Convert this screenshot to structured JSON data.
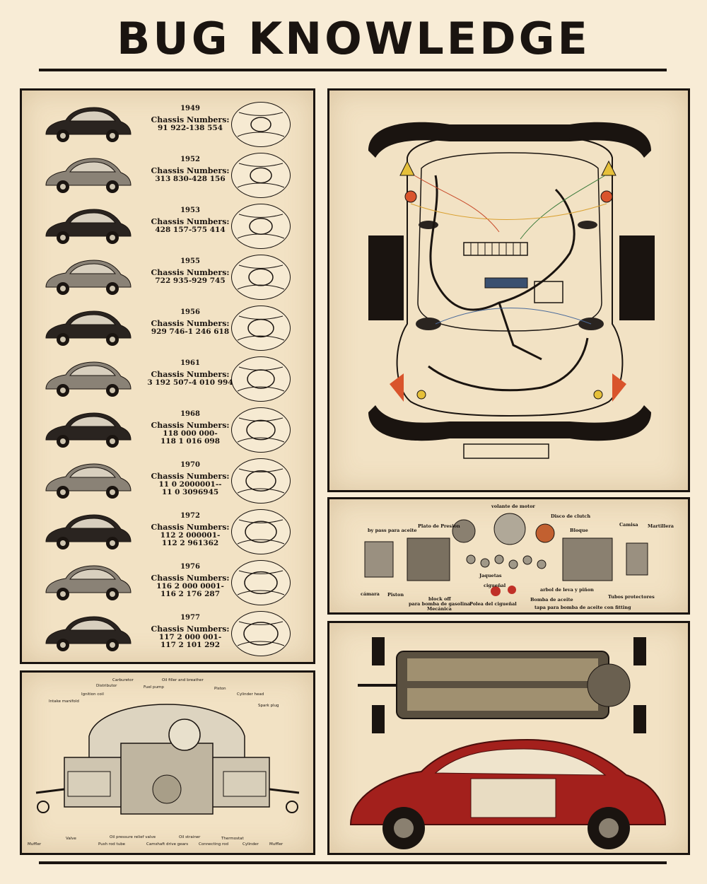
{
  "title": "BUG KNOWLEDGE",
  "timeline": [
    {
      "year": "1949",
      "label": "Chassis Numbers:",
      "lines": [
        "91 922-138 554"
      ]
    },
    {
      "year": "1952",
      "label": "Chassis Numbers:",
      "lines": [
        "313 830-428 156"
      ]
    },
    {
      "year": "1953",
      "label": "Chassis Numbers:",
      "lines": [
        "428 157-575 414"
      ]
    },
    {
      "year": "1955",
      "label": "Chassis Numbers:",
      "lines": [
        "722 935-929 745"
      ]
    },
    {
      "year": "1956",
      "label": "Chassis Numbers:",
      "lines": [
        "929 746-1 246 618"
      ]
    },
    {
      "year": "1961",
      "label": "Chassis Numbers:",
      "lines": [
        "3 192 507-4 010 994"
      ]
    },
    {
      "year": "1968",
      "label": "Chassis Numbers:",
      "lines": [
        "118 000 000-",
        "118 1 016 098"
      ]
    },
    {
      "year": "1970",
      "label": "Chassis Numbers:",
      "lines": [
        "11 0 2000001--",
        "11 0 3096945"
      ]
    },
    {
      "year": "1972",
      "label": "Chassis Numbers:",
      "lines": [
        "112 2 000001-",
        "112 2 961362"
      ]
    },
    {
      "year": "1976",
      "label": "Chassis Numbers:",
      "lines": [
        "116 2 000 0001-",
        "116 2 176 287"
      ]
    },
    {
      "year": "1977",
      "label": "Chassis Numbers:",
      "lines": [
        "117 2 000 001-",
        "117 2 101 292"
      ]
    }
  ],
  "engine_parts": {
    "volante": "volante de motor",
    "disco": "Disco de clutch",
    "plato": "Plato de Presion",
    "bypass": "by pass para aceite",
    "bloque": "Bloque",
    "camisa": "Camisa",
    "martillera": "Martillera",
    "camara": "cámara",
    "piston": "Piston",
    "blockoff": "block off",
    "bomba_gas": "para bomba de gasolina",
    "mecanica": "Mecánica",
    "jaquetas": "Jaquetas",
    "ciguenal": "cigueñal",
    "polea": "Polea del cigueñal",
    "bomba_aceite": "Bomba de aceite",
    "tapa": "tapa para bomba de aceite con fitting",
    "arbol": "arbol de leva y piñon",
    "tubos": "Tubos protectores"
  },
  "cutaway_parts": {
    "carburetor": "Carburetor",
    "distributor": "Distributor",
    "ignition": "Ignition coil",
    "intake": "Intake manifold",
    "fuel_pump": "Fuel pump",
    "oil_filler": "Oil filler and breather",
    "piston": "Piston",
    "cyl_head": "Cylinder head",
    "spark": "Spark plug",
    "muffler_l": "Muffler",
    "valve": "Valve",
    "push_rod": "Push rod tube",
    "oil_relief": "Oil pressure relief valve",
    "camshaft": "Camshaft drive gears",
    "strainer": "Oil strainer",
    "conrod": "Connecting rod",
    "thermostat": "Thermostat",
    "cylinder": "Cylinder",
    "muffler_r": "Muffler"
  },
  "colors": {
    "paper": "#f2e2c4",
    "ink": "#1a1410",
    "car_red": "#a3201c",
    "bg": "#f8ecd6"
  }
}
